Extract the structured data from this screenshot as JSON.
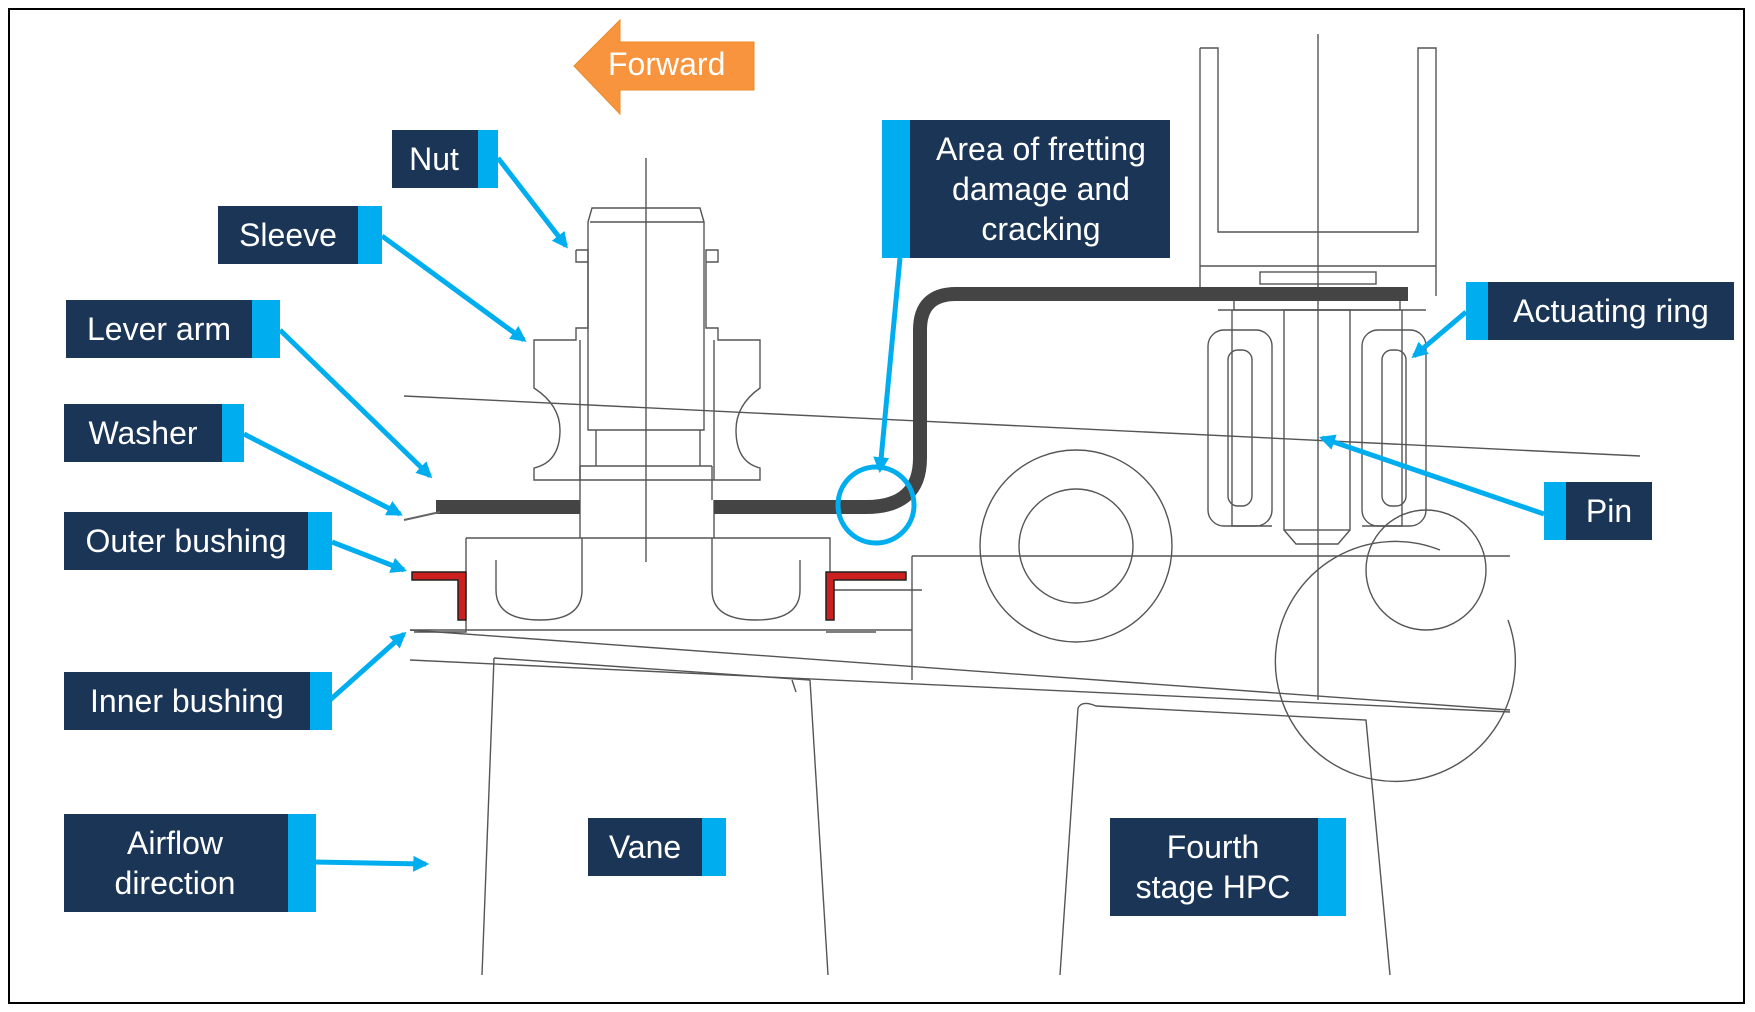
{
  "direction": {
    "forward": "Forward"
  },
  "labels": {
    "nut": "Nut",
    "sleeve": "Sleeve",
    "lever_arm": "Lever arm",
    "washer": "Washer",
    "outer_bushing": "Outer bushing",
    "inner_bushing": "Inner bushing",
    "airflow": "Airflow\ndirection",
    "vane": "Vane",
    "fretting": "Area of fretting\ndamage and\ncracking",
    "actuating_ring": "Actuating ring",
    "pin": "Pin",
    "fourth_stage": "Fourth\nstage HPC"
  },
  "colors": {
    "label_bg": "#1b3557",
    "label_tab": "#00aeef",
    "callout": "#00aeef",
    "arrow_forward": "#f7943d",
    "bushing_red": "#cc1f1f",
    "lever_arm": "#444444"
  }
}
